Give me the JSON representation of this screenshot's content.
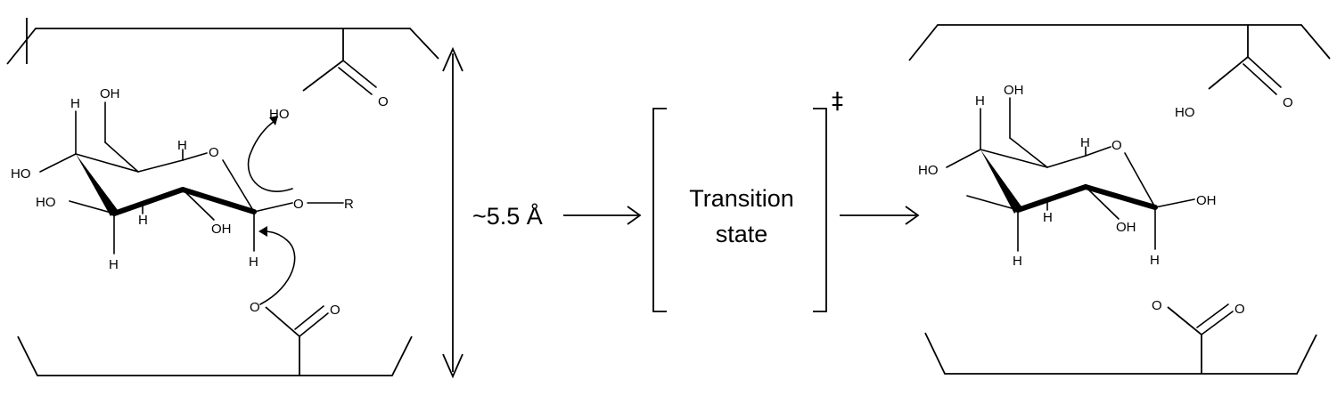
{
  "left_panel": {
    "atoms": {
      "oh_top": "OH",
      "h_top": "H",
      "h_ring": "H",
      "ring_o": "O",
      "ho_left": "HO",
      "ho_left2": "HO",
      "h_mid": "H",
      "oh_bottom": "OH",
      "h_bottom": "H",
      "h_anomeric": "H",
      "glyco_o": "O",
      "glyco_r": "R",
      "acid_ho": "HO",
      "acid_o": "O",
      "base_o1": "O",
      "base_o2": "O"
    }
  },
  "middle": {
    "distance": "~5.5 Å",
    "transition_line1": "Transition",
    "transition_line2": "state",
    "dagger": "‡"
  },
  "right_panel": {
    "atoms": {
      "oh_top": "OH",
      "h_top": "H",
      "h_ring": "H",
      "ring_o": "O",
      "ho_left": "HO",
      "h_mid": "H",
      "oh_bottom": "OH",
      "h_bottom": "H",
      "oh_anomeric": "OH",
      "h_anomeric": "H",
      "acid_ho": "HO",
      "acid_o": "O",
      "base_o1": "O",
      "base_o2": "O"
    }
  }
}
